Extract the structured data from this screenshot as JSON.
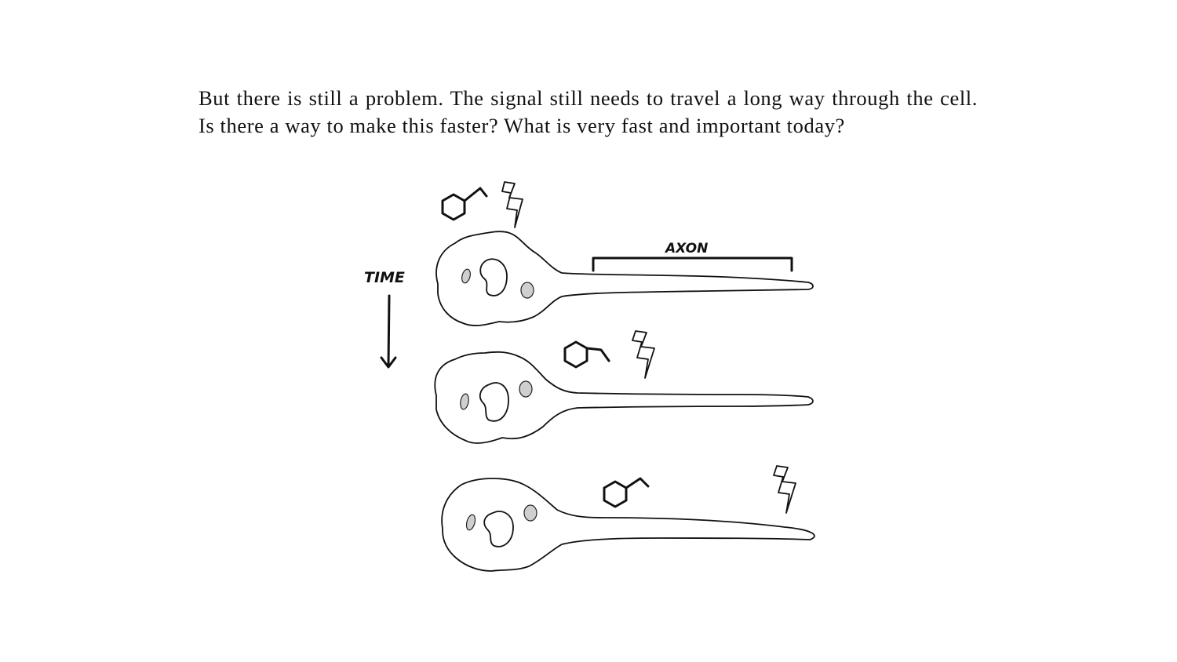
{
  "paragraph": {
    "text": "But there is still a problem. The signal still needs to travel a long way through the cell. Is there a way to make this faster? What is very fast and important today?"
  },
  "figure": {
    "time_label": "TIME",
    "axon_label": "AXON",
    "icons": [
      "molecule-icon",
      "lightning-bolt-icon",
      "down-arrow-icon"
    ]
  }
}
